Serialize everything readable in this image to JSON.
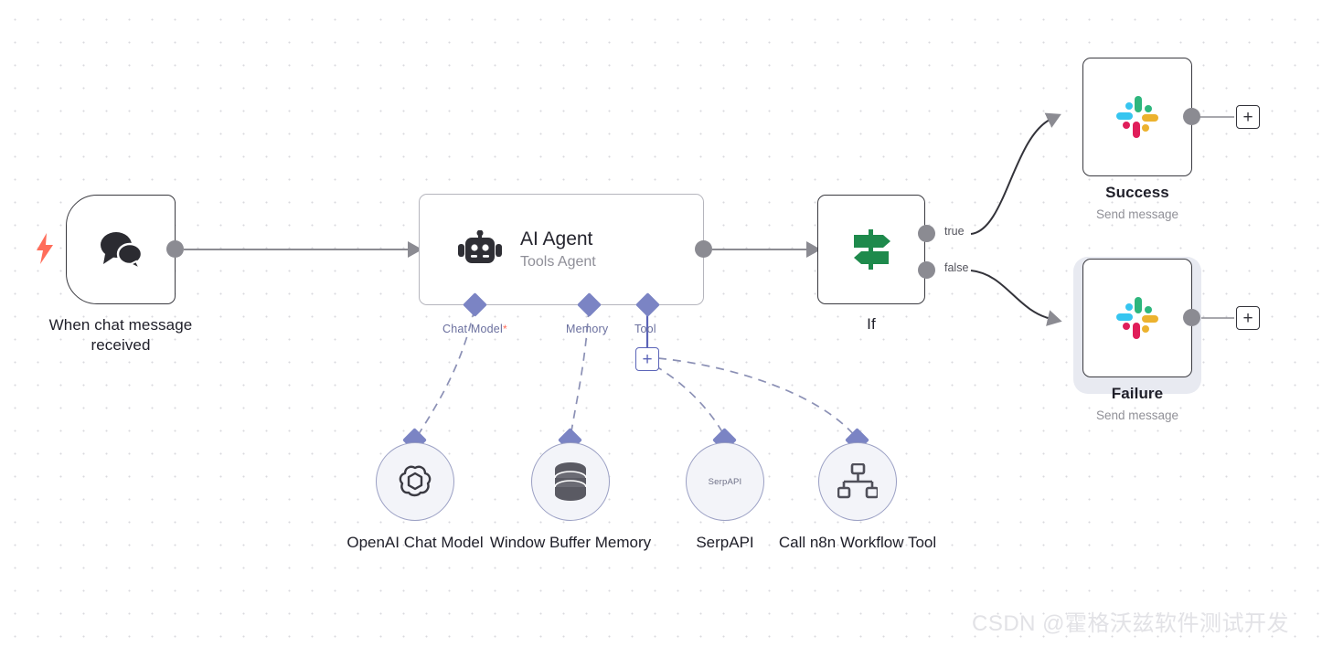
{
  "canvas": {
    "background": "#ffffff",
    "grid_color": "#d9d9de",
    "watermark": "CSDN @霍格沃兹软件测试开发"
  },
  "nodes": {
    "trigger": {
      "label": "When chat message received",
      "icon": "chat-bubbles-icon",
      "trigger_icon": "lightning-bolt-icon",
      "trigger_color": "#ff6d5a"
    },
    "agent": {
      "title": "AI Agent",
      "subtitle": "Tools Agent",
      "icon": "robot-icon",
      "ports": [
        {
          "label": "Chat Model",
          "required": true,
          "required_marker": "*"
        },
        {
          "label": "Memory",
          "required": false
        },
        {
          "label": "Tool",
          "required": false
        }
      ],
      "tool_add_label": "+"
    },
    "if": {
      "label": "If",
      "icon": "signpost-icon",
      "icon_color": "#1e8a4c",
      "outputs": [
        "true",
        "false"
      ]
    },
    "success": {
      "label": "Success",
      "sublabel": "Send message",
      "icon": "slack-icon",
      "add_label": "+",
      "selected": false
    },
    "failure": {
      "label": "Failure",
      "sublabel": "Send message",
      "icon": "slack-icon",
      "add_label": "+",
      "selected": true
    },
    "openai": {
      "label": "OpenAI Chat Model",
      "icon": "openai-icon"
    },
    "memory": {
      "label": "Window Buffer Memory",
      "icon": "database-icon"
    },
    "serpapi": {
      "label": "SerpAPI",
      "icon": "serpapi-icon",
      "icon_text": "SerpAPI"
    },
    "n8ntool": {
      "label": "Call n8n Workflow Tool",
      "icon": "sitemap-icon"
    }
  },
  "colors": {
    "slack_cyan": "#36C5F0",
    "slack_green": "#2EB67D",
    "slack_red": "#E01E5A",
    "slack_yellow": "#ECB22E",
    "port_diamond": "#7b84c4",
    "connector_gray": "#8b8b92",
    "accent_blue": "#5b64b8"
  }
}
